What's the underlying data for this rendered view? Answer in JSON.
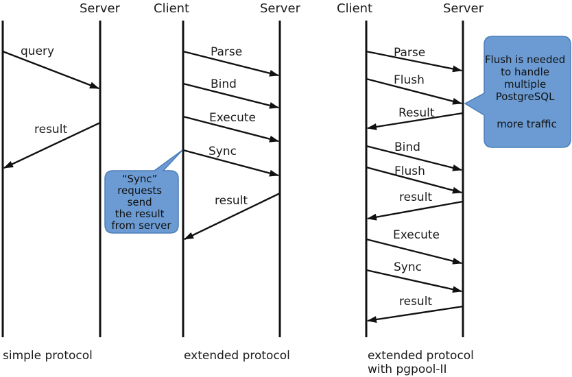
{
  "headers": {
    "server_1": "Server",
    "client_2": "Client",
    "server_2": "Server",
    "client_3": "Client",
    "server_3": "Server"
  },
  "messages": {
    "simple_query": "query",
    "simple_result": "result",
    "ext_parse": "Parse",
    "ext_bind": "Bind",
    "ext_execute": "Execute",
    "ext_sync": "Sync",
    "ext_result": "result",
    "pg_parse": "Parse",
    "pg_flush_1": "Flush",
    "pg_result_1": "Result",
    "pg_bind": "Bind",
    "pg_flush_2": "Flush",
    "pg_result_2": "result",
    "pg_execute": "Execute",
    "pg_sync": "Sync",
    "pg_result_3": "result"
  },
  "callouts": {
    "sync_note": [
      "“Sync”",
      "requests",
      "send",
      "the result",
      "from server"
    ],
    "flush_note": [
      "Flush is needed",
      "to handle",
      "multiple",
      "PostgreSQL",
      "",
      "more traffic"
    ]
  },
  "footers": {
    "simple": [
      "simple protocol"
    ],
    "extended": [
      "extended protocol"
    ],
    "pgpool": [
      "extended protocol",
      "with pgpool-II"
    ]
  },
  "colors": {
    "callout_fill": "#6b9bd2",
    "callout_stroke": "#4a7db8",
    "line": "#111111"
  }
}
